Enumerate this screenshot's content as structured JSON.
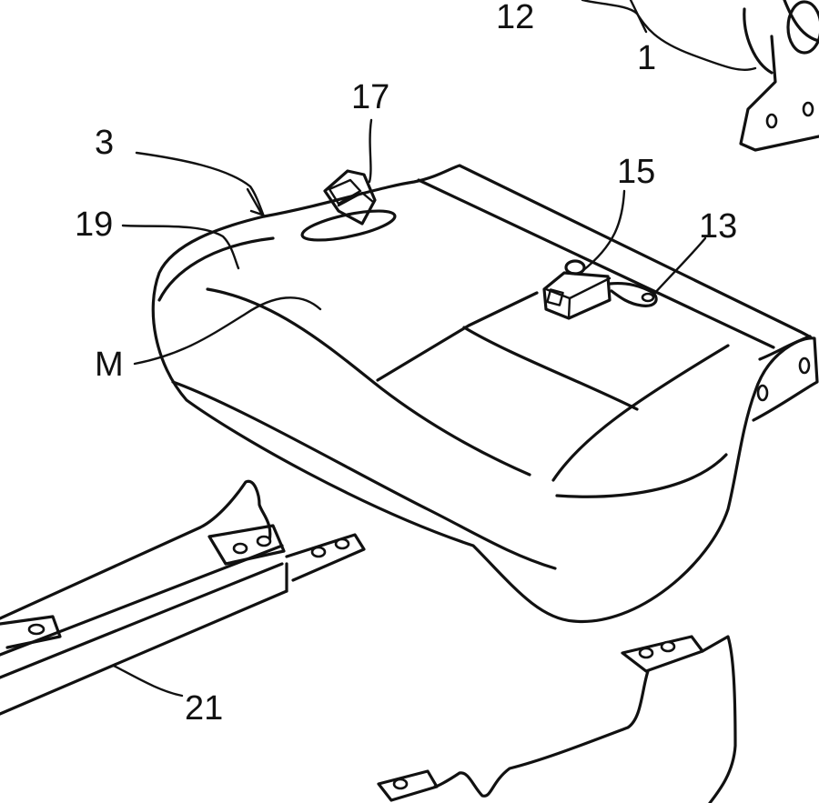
{
  "labels": {
    "seat_assembly": "12",
    "seatback": "1",
    "buckle_17": "17",
    "seat_cushion": "3",
    "buckle_15": "15",
    "anchor_13": "13",
    "cushion_surface": "19",
    "member": "M",
    "rail": "21"
  },
  "colors": {
    "ink": "#111111",
    "paper": "#ffffff"
  }
}
